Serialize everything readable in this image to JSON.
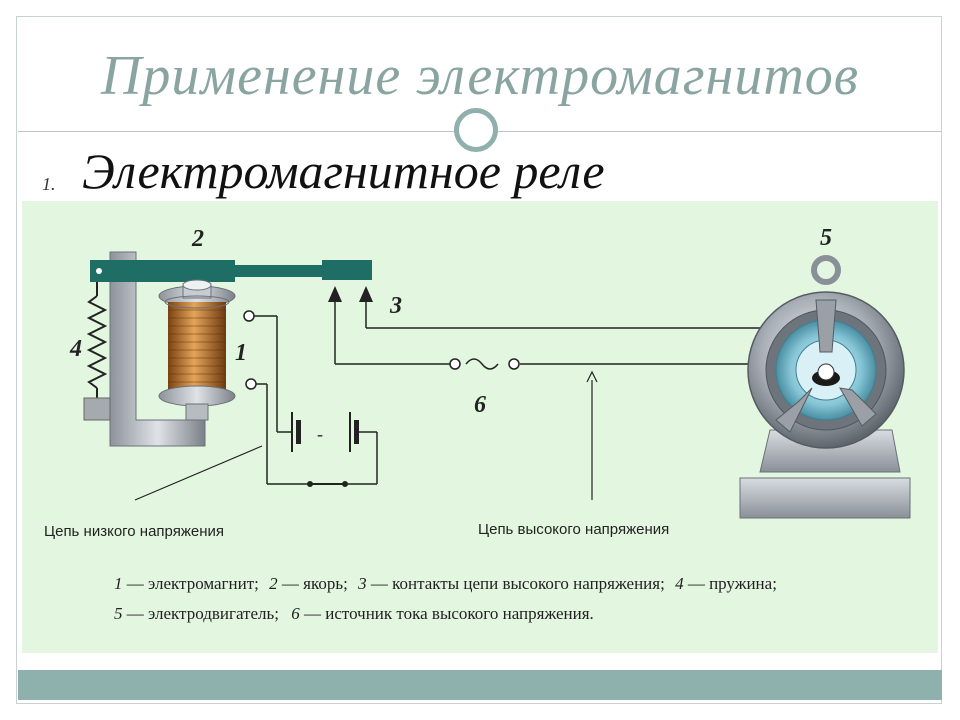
{
  "slide": {
    "title": "Применение электромагнитов",
    "bullet_number": "1.",
    "bullet_text": "Электромагнитное реле"
  },
  "diagram": {
    "numbers": {
      "n1": "1",
      "n2": "2",
      "n3": "3",
      "n4": "4",
      "n5": "5",
      "n6": "6"
    },
    "low_circuit_label": "Цепь низкого напряжения",
    "high_circuit_label": "Цепь высокого напряжения",
    "battery_minus": "-",
    "legend": {
      "line1": [
        {
          "num": "1",
          "text": " — электромагнит;"
        },
        {
          "num": "2",
          "text": " — якорь;"
        },
        {
          "num": "3",
          "text": " — контакты цепи высокого напряжения;"
        },
        {
          "num": "4",
          "text": " — пружина;"
        }
      ],
      "line2": [
        {
          "num": "5",
          "text": " — электродвигатель;"
        },
        {
          "num": "6",
          "text": " — источник тока высокого напряжения."
        }
      ]
    }
  },
  "colors": {
    "title": "#8aa5a1",
    "panel": "#e3f7e0",
    "band": "#8fb1ad",
    "armature": "#1f6e66",
    "coil": "#b8702a",
    "wire": "#222222"
  }
}
